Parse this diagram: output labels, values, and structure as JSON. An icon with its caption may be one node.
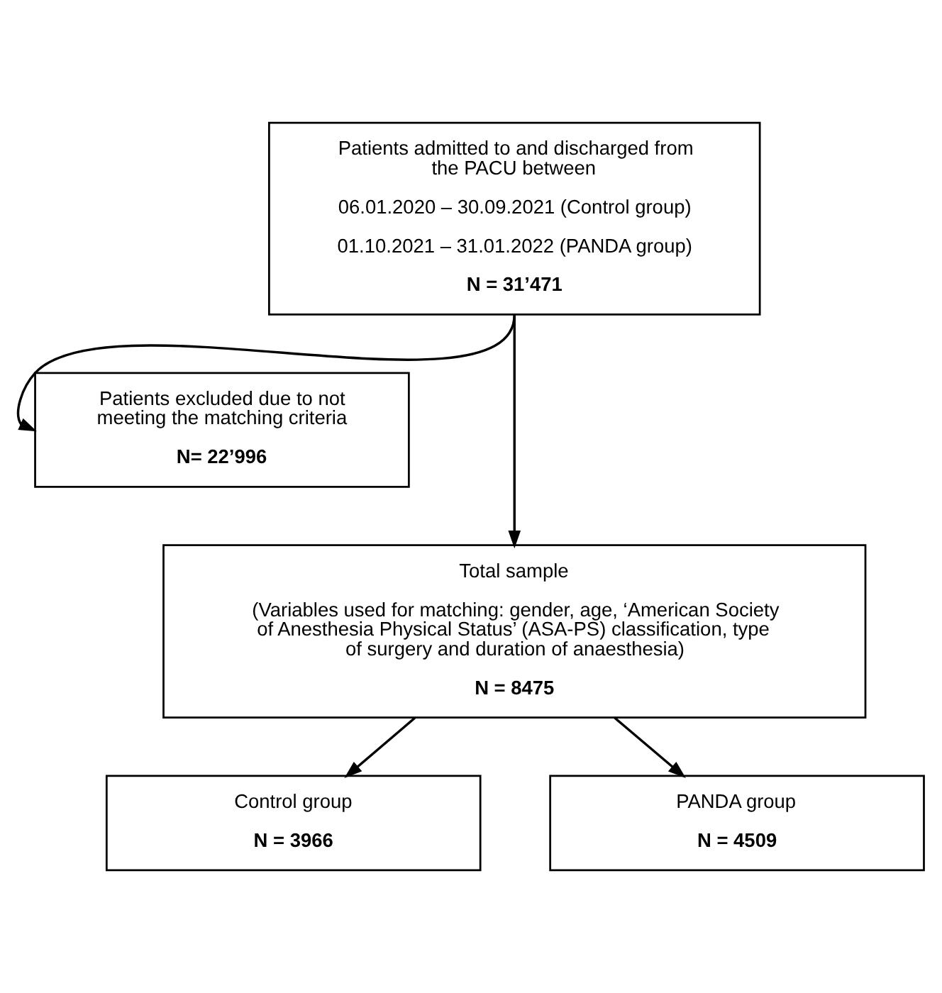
{
  "diagram": {
    "nodes": [
      {
        "text": [
          "Patients admitted to and discharged from the PACU between",
          "06.01.2020 – 30.09.2021 (Control group)",
          "01.10.2021 – 31.01.2022 (PANDA group)",
          "N = 31’471"
        ]
      },
      {
        "text": [
          "Patients excluded due to not meeting the matching criteria",
          "N= 22’996"
        ]
      },
      {
        "text": [
          "Total sample",
          "(Variables used for matching: gender, age, ‘American Society of Anesthesia Physical Status’ (ASA-PS) classification, type of surgery and duration of anaesthesia)",
          "N = 8475"
        ]
      },
      {
        "text": [
          "Control group",
          "N = 3966"
        ]
      },
      {
        "text": [
          "PANDA group",
          "N = 4509"
        ]
      }
    ],
    "edges": [
      {
        "from": 0,
        "to": 2,
        "arrow": "to"
      },
      {
        "from": 0,
        "to": 1,
        "arrow": "to"
      },
      {
        "from": 2,
        "to": 3,
        "arrow": "to"
      },
      {
        "from": 2,
        "to": 4,
        "arrow": "to"
      }
    ]
  }
}
